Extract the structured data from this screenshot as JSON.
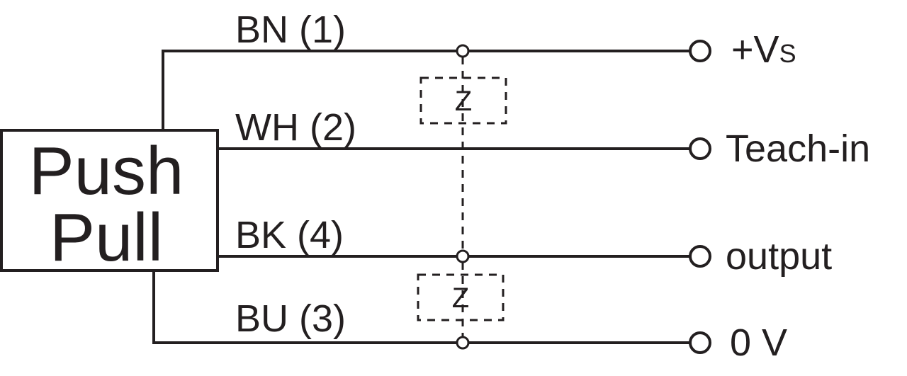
{
  "device": {
    "line1": "Push",
    "line2": "Pull"
  },
  "wires": [
    {
      "code": "BN (1)",
      "terminal": "+V",
      "terminal_sub": "S"
    },
    {
      "code": "WH (2)",
      "terminal": "Teach-in"
    },
    {
      "code": "BK (4)",
      "terminal": "output"
    },
    {
      "code": "BU (3)",
      "terminal": "0 V"
    }
  ],
  "loads": [
    {
      "label": "Z"
    },
    {
      "label": "Z"
    }
  ]
}
